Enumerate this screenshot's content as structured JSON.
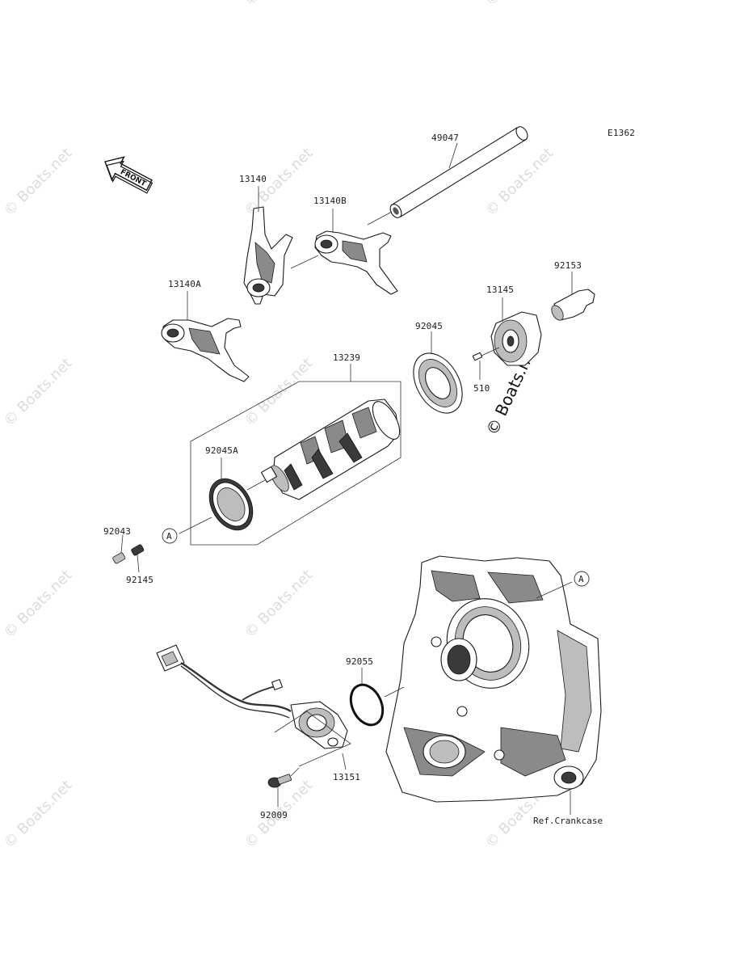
{
  "diagram_code": "E1362",
  "watermark_text": "© Boats.net",
  "front_arrow_label": "FRONT",
  "ref_marker": "A",
  "part_labels": {
    "p49047": "49047",
    "p13140": "13140",
    "p13140B": "13140B",
    "p13140A": "13140A",
    "p92153": "92153",
    "p13145": "13145",
    "p92045": "92045",
    "p510": "510",
    "p13239": "13239",
    "p92045A": "92045A",
    "p92043": "92043",
    "p92145": "92145",
    "p92055": "92055",
    "p13151": "13151",
    "p92009": "92009"
  },
  "ref_crankcase": "Ref.Crankcase"
}
